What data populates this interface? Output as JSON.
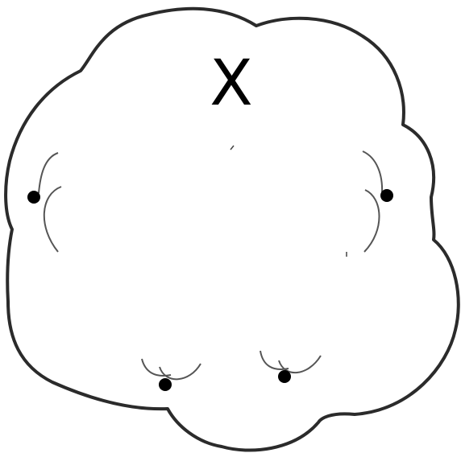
{
  "diagram": {
    "center_label": "X",
    "colors": {
      "outline": "#2b2b2b",
      "arc": "#555555",
      "dot": "#000000",
      "background": "#ffffff"
    },
    "marks": [
      {
        "name": "left-mark",
        "shape": "bracket-arcs"
      },
      {
        "name": "right-mark",
        "shape": "bracket-arcs"
      },
      {
        "name": "bottom-left-mark",
        "shape": "cup-arcs"
      },
      {
        "name": "bottom-right-mark",
        "shape": "cup-arcs"
      }
    ]
  }
}
